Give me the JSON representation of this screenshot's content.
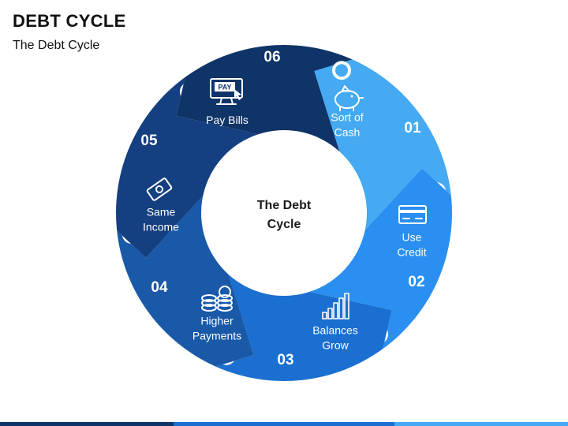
{
  "header": {
    "title": "DEBT CYCLE",
    "subtitle": "The Debt Cycle"
  },
  "center": {
    "line1": "The Debt",
    "line2": "Cycle"
  },
  "steps": [
    {
      "number": "01",
      "label_lines": [
        "Sort of",
        "Cash"
      ],
      "icon": "piggy-bank-icon",
      "color": "#45aaf2"
    },
    {
      "number": "02",
      "label_lines": [
        "Use",
        "Credit"
      ],
      "icon": "credit-card-icon",
      "color": "#2a8ff0"
    },
    {
      "number": "03",
      "label_lines": [
        "Balances",
        "Grow"
      ],
      "icon": "bar-chart-icon",
      "color": "#1a6fd0"
    },
    {
      "number": "04",
      "label_lines": [
        "Higher",
        "Payments"
      ],
      "icon": "coin-stack-icon",
      "color": "#1959a8"
    },
    {
      "number": "05",
      "label_lines": [
        "Same",
        "Income"
      ],
      "icon": "money-bill-icon",
      "color": "#143f80"
    },
    {
      "number": "06",
      "label_lines": [
        "Pay Bills"
      ],
      "icon": "pay-monitor-icon",
      "color": "#0f3468"
    }
  ],
  "colors": {
    "bottom_bar": [
      "#0f3468",
      "#1a6fd0",
      "#45aaf2"
    ]
  }
}
